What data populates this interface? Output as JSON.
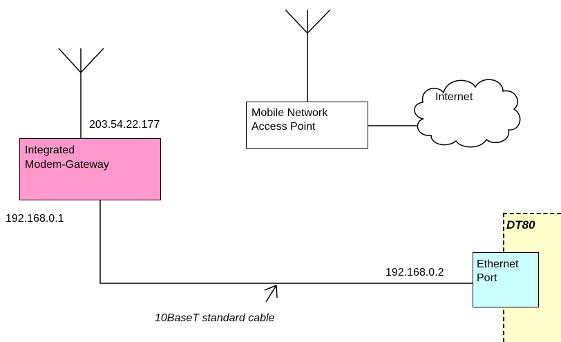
{
  "diagram": {
    "modem": {
      "line1": "Integrated",
      "line2": "Modem-Gateway"
    },
    "access_point": {
      "line1": "Mobile Network",
      "line2": "Access Point"
    },
    "internet": {
      "label": "Internet"
    },
    "dt80": {
      "label": "DT80"
    },
    "ethernet_port": {
      "line1": "Ethernet",
      "line2": "Port"
    },
    "ip_wan": "203.54.22.177",
    "ip_gateway": "192.168.0.1",
    "ip_dt80": "192.168.0.2",
    "cable_label": "10BaseT standard cable"
  },
  "colors": {
    "modem_fill": "#ff99cc",
    "dt80_fill": "#ffffcc",
    "ethernet_fill": "#ccffff"
  }
}
